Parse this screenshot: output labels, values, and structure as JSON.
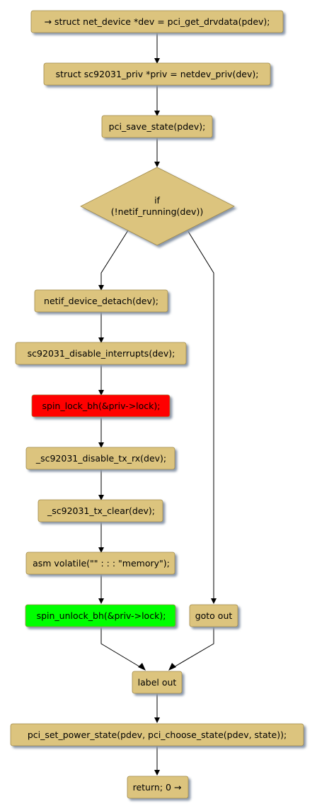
{
  "colors": {
    "node_fill": "#dcc47e",
    "node_border": "#a08a4a",
    "shadow": "#9aa7b8",
    "lock_fill": "#ff0000",
    "unlock_fill": "#00ff00",
    "edge": "#000000"
  },
  "nodes": {
    "n_entry": "→ struct net_device *dev = pci_get_drvdata(pdev);",
    "n_priv": "struct sc92031_priv *priv = netdev_priv(dev);",
    "n_save": "pci_save_state(pdev);",
    "n_if_line1": "if",
    "n_if_line2": "(!netif_running(dev))",
    "n_detach": "netif_device_detach(dev);",
    "n_disable_irq": "sc92031_disable_interrupts(dev);",
    "n_lock": "spin_lock_bh(&priv->lock);",
    "n_txrx": "_sc92031_disable_tx_rx(dev);",
    "n_txclear": "_sc92031_tx_clear(dev);",
    "n_asm": "asm volatile(\"\" : : : \"memory\");",
    "n_unlock": "spin_unlock_bh(&priv->lock);",
    "n_goto": "goto out",
    "n_label": "label out",
    "n_power": "pci_set_power_state(pdev, pci_choose_state(pdev, state));",
    "n_return": "return; 0 →"
  }
}
